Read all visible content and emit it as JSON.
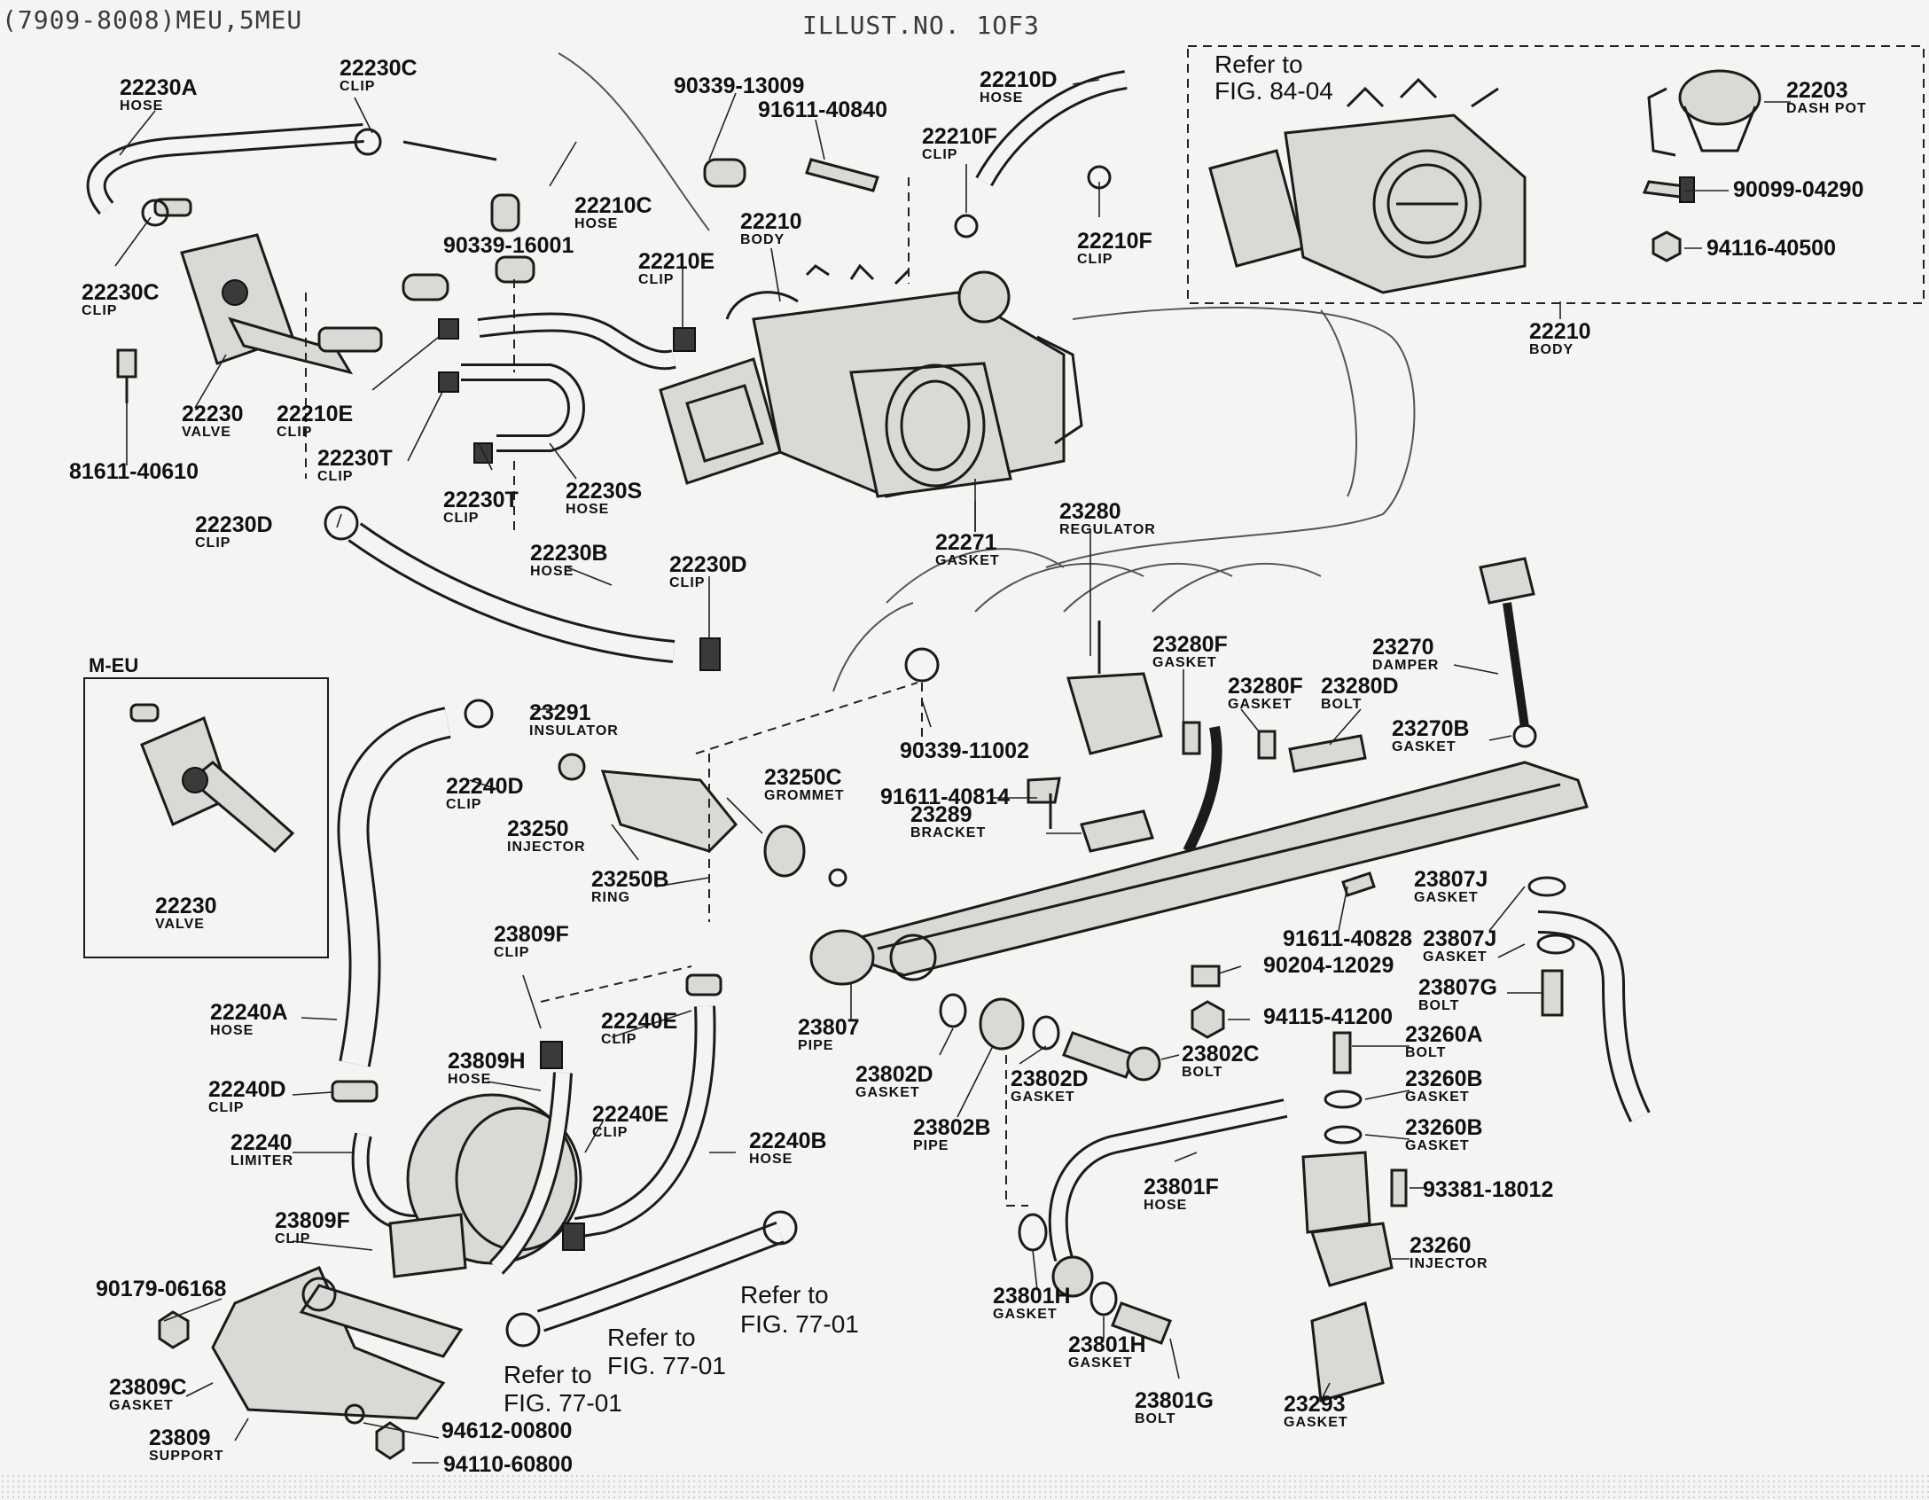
{
  "header": {
    "model": "(7909-8008)MEU,5MEU",
    "illustration": "ILLUST.NO. 1OF3"
  },
  "inset_body": {
    "ref_line1": "Refer to",
    "ref_line2": "FIG. 84-04"
  },
  "inset_valve": {
    "title": "M-EU"
  },
  "refs": {
    "r1a": "Refer to",
    "r1b": "FIG. 77-01",
    "r2a": "Refer to",
    "r2b": "FIG. 77-01",
    "r3a": "Refer to",
    "r3b": "FIG. 77-01"
  },
  "labels": {
    "l01": {
      "pn": "22230A",
      "nm": "HOSE"
    },
    "l02": {
      "pn": "22230C",
      "nm": "CLIP"
    },
    "l03": {
      "pn": "22230C",
      "nm": "CLIP"
    },
    "l04": {
      "pn": "22230",
      "nm": "VALVE"
    },
    "l05": {
      "pn": "22210E",
      "nm": "CLIP"
    },
    "l06": {
      "pn": "81611-40610",
      "nm": ""
    },
    "l07": {
      "pn": "22230T",
      "nm": "CLIP"
    },
    "l08": {
      "pn": "22230T",
      "nm": "CLIP"
    },
    "l09": {
      "pn": "22230S",
      "nm": "HOSE"
    },
    "l10": {
      "pn": "90339-16001",
      "nm": ""
    },
    "l11": {
      "pn": "22210C",
      "nm": "HOSE"
    },
    "l12": {
      "pn": "90339-13009",
      "nm": ""
    },
    "l13": {
      "pn": "91611-40840",
      "nm": ""
    },
    "l14": {
      "pn": "22210E",
      "nm": "CLIP"
    },
    "l15": {
      "pn": "22210",
      "nm": "BODY"
    },
    "l16": {
      "pn": "22210D",
      "nm": "HOSE"
    },
    "l17": {
      "pn": "22210F",
      "nm": "CLIP"
    },
    "l18": {
      "pn": "22210F",
      "nm": "CLIP"
    },
    "l19": {
      "pn": "22203",
      "nm": "DASH POT"
    },
    "l20": {
      "pn": "90099-04290",
      "nm": ""
    },
    "l21": {
      "pn": "94116-40500",
      "nm": ""
    },
    "l22": {
      "pn": "22210",
      "nm": "BODY"
    },
    "l23": {
      "pn": "22230D",
      "nm": "CLIP"
    },
    "l24": {
      "pn": "22230B",
      "nm": "HOSE"
    },
    "l25": {
      "pn": "22230D",
      "nm": "CLIP"
    },
    "l26": {
      "pn": "22271",
      "nm": "GASKET"
    },
    "l27": {
      "pn": "23280",
      "nm": "REGULATOR"
    },
    "l28": {
      "pn": "23280F",
      "nm": "GASKET"
    },
    "l29": {
      "pn": "23280F",
      "nm": "GASKET"
    },
    "l30": {
      "pn": "23280D",
      "nm": "BOLT"
    },
    "l31": {
      "pn": "23270",
      "nm": "DAMPER"
    },
    "l32": {
      "pn": "23270B",
      "nm": "GASKET"
    },
    "l33": {
      "pn": "90339-11002",
      "nm": ""
    },
    "l34": {
      "pn": "23291",
      "nm": "INSULATOR"
    },
    "l35": {
      "pn": "22240D",
      "nm": "CLIP"
    },
    "l36": {
      "pn": "23250",
      "nm": "INJECTOR"
    },
    "l37": {
      "pn": "23250C",
      "nm": "GROMMET"
    },
    "l38": {
      "pn": "23250B",
      "nm": "RING"
    },
    "l39": {
      "pn": "91611-40814",
      "nm": ""
    },
    "l40": {
      "pn": "23289",
      "nm": "BRACKET"
    },
    "l41": {
      "pn": "22230",
      "nm": "VALVE"
    },
    "l42": {
      "pn": "23809F",
      "nm": "CLIP"
    },
    "l43": {
      "pn": "22240A",
      "nm": "HOSE"
    },
    "l44": {
      "pn": "22240E",
      "nm": "CLIP"
    },
    "l45": {
      "pn": "23807",
      "nm": "PIPE"
    },
    "l46": {
      "pn": "23807J",
      "nm": "GASKET"
    },
    "l47": {
      "pn": "23807J",
      "nm": "GASKET"
    },
    "l48": {
      "pn": "23807G",
      "nm": "BOLT"
    },
    "l49": {
      "pn": "91611-40828",
      "nm": ""
    },
    "l50": {
      "pn": "90204-12029",
      "nm": ""
    },
    "l51": {
      "pn": "94115-41200",
      "nm": ""
    },
    "l52": {
      "pn": "23809H",
      "nm": "HOSE"
    },
    "l53": {
      "pn": "22240D",
      "nm": "CLIP"
    },
    "l54": {
      "pn": "23802D",
      "nm": "GASKET"
    },
    "l55": {
      "pn": "23802D",
      "nm": "GASKET"
    },
    "l56": {
      "pn": "23802C",
      "nm": "BOLT"
    },
    "l57": {
      "pn": "23260A",
      "nm": "BOLT"
    },
    "l58": {
      "pn": "23260B",
      "nm": "GASKET"
    },
    "l59": {
      "pn": "23260B",
      "nm": "GASKET"
    },
    "l60": {
      "pn": "22240",
      "nm": "LIMITER"
    },
    "l61": {
      "pn": "22240E",
      "nm": "CLIP"
    },
    "l62": {
      "pn": "22240B",
      "nm": "HOSE"
    },
    "l63": {
      "pn": "23802B",
      "nm": "PIPE"
    },
    "l64": {
      "pn": "23801F",
      "nm": "HOSE"
    },
    "l65": {
      "pn": "93381-18012",
      "nm": ""
    },
    "l66": {
      "pn": "23809F",
      "nm": "CLIP"
    },
    "l67": {
      "pn": "23260",
      "nm": "INJECTOR"
    },
    "l68": {
      "pn": "90179-06168",
      "nm": ""
    },
    "l69": {
      "pn": "23801H",
      "nm": "GASKET"
    },
    "l70": {
      "pn": "23801H",
      "nm": "GASKET"
    },
    "l71": {
      "pn": "23809C",
      "nm": "GASKET"
    },
    "l72": {
      "pn": "23801G",
      "nm": "BOLT"
    },
    "l73": {
      "pn": "23809",
      "nm": "SUPPORT"
    },
    "l74": {
      "pn": "94612-00800",
      "nm": ""
    },
    "l75": {
      "pn": "94110-60800",
      "nm": ""
    },
    "l76": {
      "pn": "23293",
      "nm": "GASKET"
    }
  }
}
